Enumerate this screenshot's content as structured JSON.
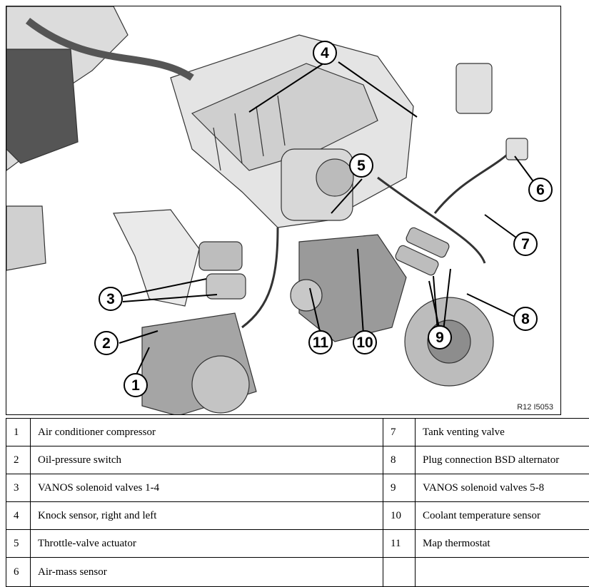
{
  "figure": {
    "code": "R12 I5053",
    "callouts": [
      "1",
      "2",
      "3",
      "4",
      "5",
      "6",
      "7",
      "8",
      "9",
      "10",
      "11"
    ]
  },
  "legend": [
    {
      "num": "1",
      "label": "Air conditioner compressor",
      "num2": "7",
      "label2": "Tank venting valve"
    },
    {
      "num": "2",
      "label": "Oil-pressure switch",
      "num2": "8",
      "label2": "Plug connection BSD alternator"
    },
    {
      "num": "3",
      "label": "VANOS solenoid valves 1-4",
      "num2": "9",
      "label2": "VANOS solenoid valves 5-8"
    },
    {
      "num": "4",
      "label": "Knock sensor, right and left",
      "num2": "10",
      "label2": "Coolant temperature sensor"
    },
    {
      "num": "5",
      "label": "Throttle-valve actuator",
      "num2": "11",
      "label2": "Map thermostat"
    },
    {
      "num": "6",
      "label": "Air-mass sensor",
      "num2": "",
      "label2": ""
    }
  ]
}
